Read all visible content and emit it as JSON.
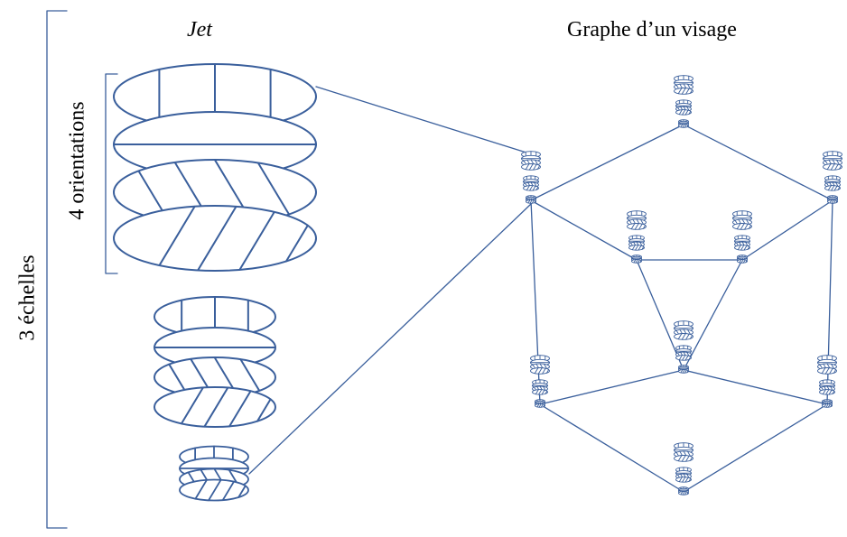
{
  "labels": {
    "jet": "Jet",
    "graph": "Graphe d’un visage",
    "orientations": "4 orientations",
    "scales": "3 échelles"
  },
  "colors": {
    "stroke": "#3a5f9c",
    "text": "#000000",
    "background": "#ffffff"
  },
  "structure": {
    "scales": 3,
    "orientations_per_scale": 4,
    "orientation_patterns": [
      "vertical",
      "horizontal",
      "diagonal-right",
      "diagonal-left"
    ],
    "graph_nodes": [
      "left-top",
      "top-center",
      "right-top",
      "inner-left",
      "inner-right",
      "center",
      "left-bottom",
      "right-bottom",
      "bottom-center"
    ],
    "graph_edges": [
      [
        "left-top",
        "top-center"
      ],
      [
        "top-center",
        "right-top"
      ],
      [
        "left-top",
        "inner-left"
      ],
      [
        "right-top",
        "inner-right"
      ],
      [
        "inner-left",
        "inner-right"
      ],
      [
        "inner-left",
        "center"
      ],
      [
        "inner-right",
        "center"
      ],
      [
        "left-top",
        "left-bottom"
      ],
      [
        "right-top",
        "right-bottom"
      ],
      [
        "left-bottom",
        "center"
      ],
      [
        "right-bottom",
        "center"
      ],
      [
        "left-bottom",
        "bottom-center"
      ],
      [
        "right-bottom",
        "bottom-center"
      ]
    ]
  }
}
